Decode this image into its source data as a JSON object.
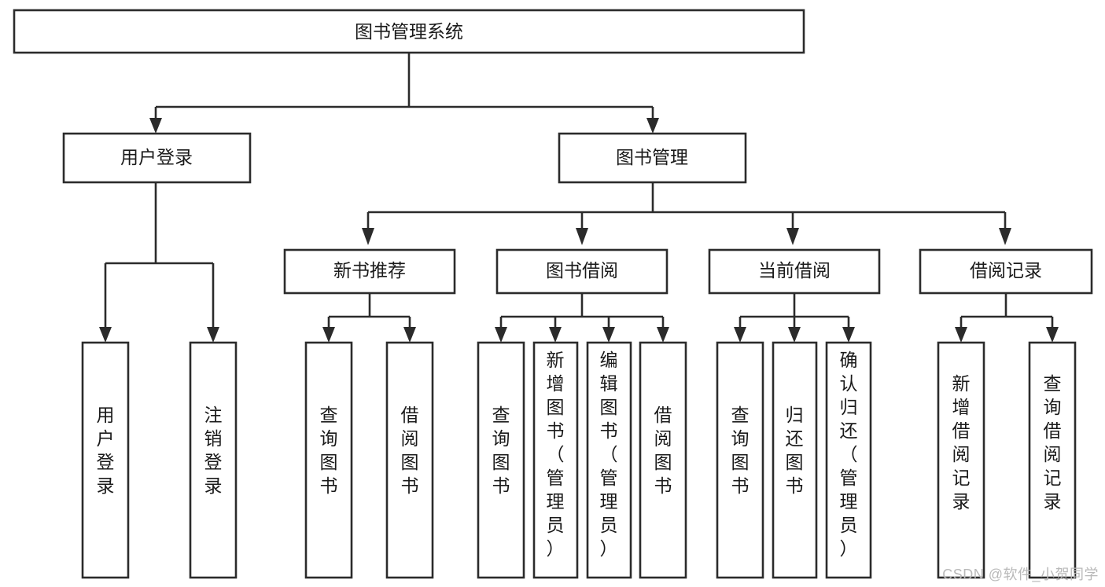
{
  "diagram": {
    "type": "tree-hierarchy-diagram",
    "title": "图书管理系统",
    "watermark": "CSDN @软件_小贺同学",
    "colors": {
      "stroke": "#2b2b2b",
      "fill": "#ffffff",
      "text": "#1a1a1a",
      "watermark": "#b9b9b9"
    },
    "levels": [
      {
        "level": 1,
        "nodes": [
          {
            "id": "root",
            "label": "图书管理系统",
            "orientation": "horizontal"
          }
        ]
      },
      {
        "level": 2,
        "nodes": [
          {
            "id": "user-login",
            "label": "用户登录",
            "orientation": "horizontal",
            "parent": "root"
          },
          {
            "id": "book-management",
            "label": "图书管理",
            "orientation": "horizontal",
            "parent": "root"
          }
        ]
      },
      {
        "level": 3,
        "nodes": [
          {
            "id": "new-book-recommend",
            "label": "新书推荐",
            "orientation": "horizontal",
            "parent": "book-management"
          },
          {
            "id": "book-borrow",
            "label": "图书借阅",
            "orientation": "horizontal",
            "parent": "book-management"
          },
          {
            "id": "current-borrow",
            "label": "当前借阅",
            "orientation": "horizontal",
            "parent": "book-management"
          },
          {
            "id": "borrow-record",
            "label": "借阅记录",
            "orientation": "horizontal",
            "parent": "book-management"
          }
        ]
      },
      {
        "level": 4,
        "nodes": [
          {
            "id": "leaf-user-login",
            "label": "用户登录",
            "orientation": "vertical",
            "parent": "user-login"
          },
          {
            "id": "leaf-user-logout",
            "label": "注销登录",
            "orientation": "vertical",
            "parent": "user-login"
          },
          {
            "id": "leaf-query-book-1",
            "label": "查询图书",
            "orientation": "vertical",
            "parent": "new-book-recommend"
          },
          {
            "id": "leaf-borrow-book-1",
            "label": "借阅图书",
            "orientation": "vertical",
            "parent": "new-book-recommend"
          },
          {
            "id": "leaf-query-book-2",
            "label": "查询图书",
            "orientation": "vertical",
            "parent": "book-borrow"
          },
          {
            "id": "leaf-add-book",
            "label": "新增图书（管理员）",
            "orientation": "vertical",
            "parent": "book-borrow"
          },
          {
            "id": "leaf-edit-book",
            "label": "编辑图书（管理员）",
            "orientation": "vertical",
            "parent": "book-borrow"
          },
          {
            "id": "leaf-borrow-book-2",
            "label": "借阅图书",
            "orientation": "vertical",
            "parent": "book-borrow"
          },
          {
            "id": "leaf-query-book-3",
            "label": "查询图书",
            "orientation": "vertical",
            "parent": "current-borrow"
          },
          {
            "id": "leaf-return-book",
            "label": "归还图书",
            "orientation": "vertical",
            "parent": "current-borrow"
          },
          {
            "id": "leaf-confirm-return",
            "label": "确认归还（管理员）",
            "orientation": "vertical",
            "parent": "current-borrow"
          },
          {
            "id": "leaf-add-record",
            "label": "新增借阅记录",
            "orientation": "vertical",
            "parent": "borrow-record"
          },
          {
            "id": "leaf-query-record",
            "label": "查询借阅记录",
            "orientation": "vertical",
            "parent": "borrow-record"
          }
        ]
      }
    ]
  }
}
